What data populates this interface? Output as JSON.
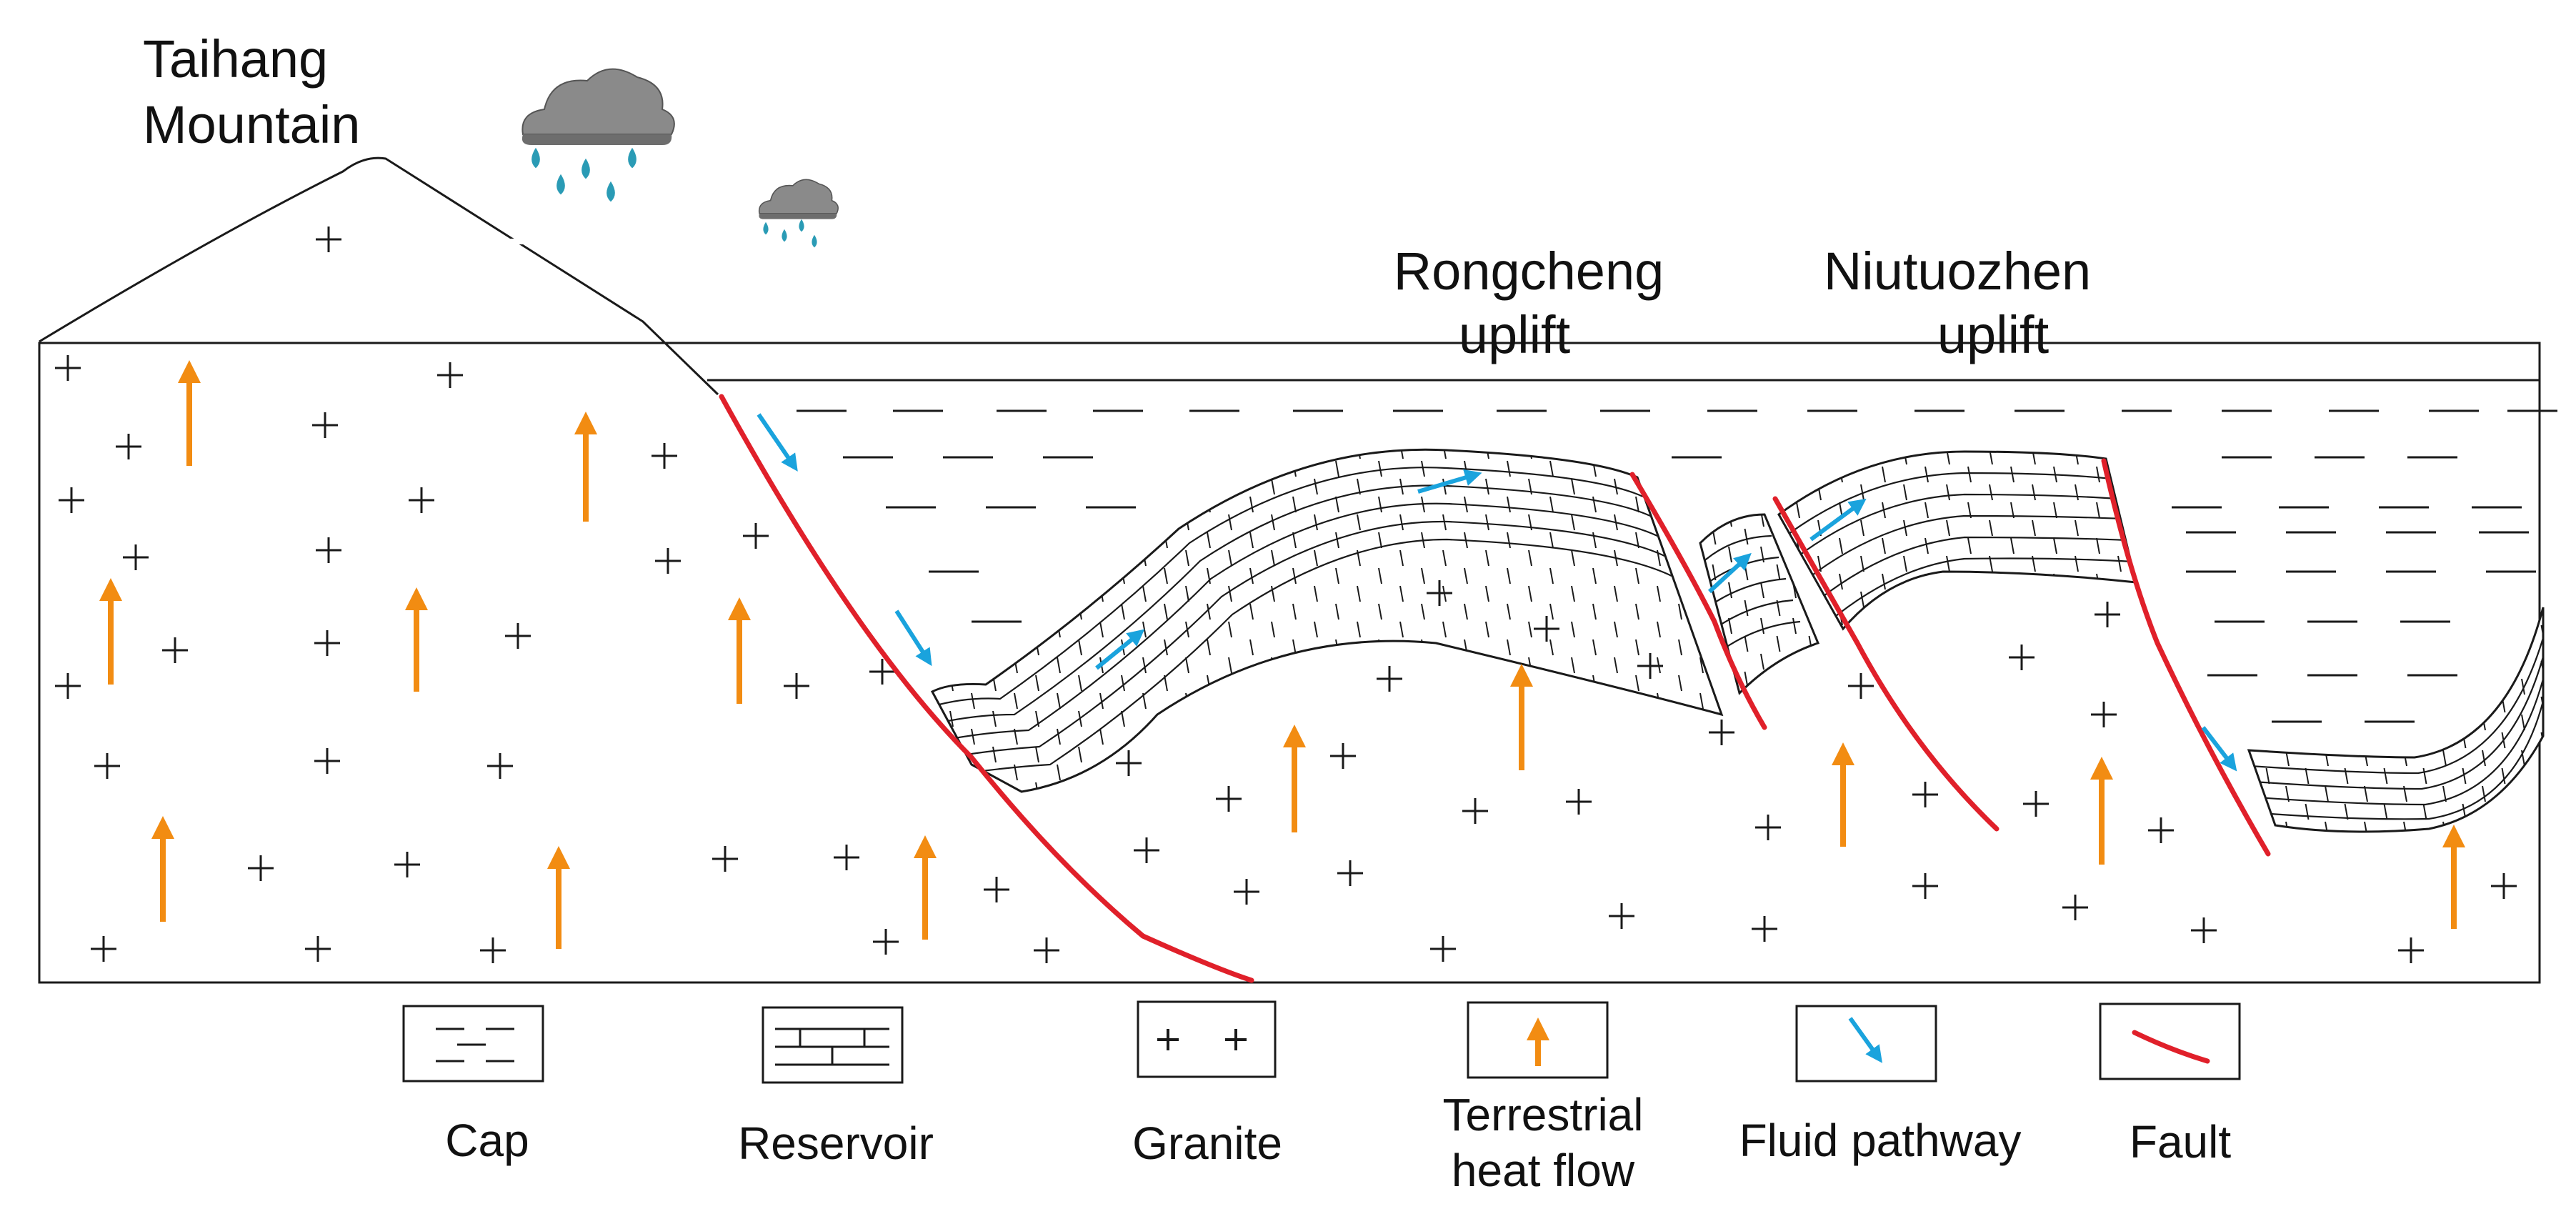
{
  "labels": {
    "mountain_line1": "Taihang",
    "mountain_line2": "Mountain",
    "rongcheng_line1": "Rongcheng",
    "rongcheng_line2": "uplift",
    "niutuozhen_line1": "Niutuozhen",
    "niutuozhen_line2": "uplift"
  },
  "legend": {
    "cap": "Cap",
    "reservoir": "Reservoir",
    "granite": "Granite",
    "heat_line1": "Terrestrial",
    "heat_line2": "heat flow",
    "fluid": "Fluid pathway",
    "fault": "Fault"
  },
  "colors": {
    "fault": "#e0202a",
    "heat_flow": "#f28c12",
    "fluid": "#1aa3dd",
    "cloud": "#8a8a8a",
    "raindrop": "#2a9bb5",
    "line": "#1a1a1a"
  },
  "icons": [
    "cloud-icon",
    "raindrop-icon",
    "plus-icon",
    "heat-flow-arrow-icon",
    "fluid-arrow-icon"
  ]
}
